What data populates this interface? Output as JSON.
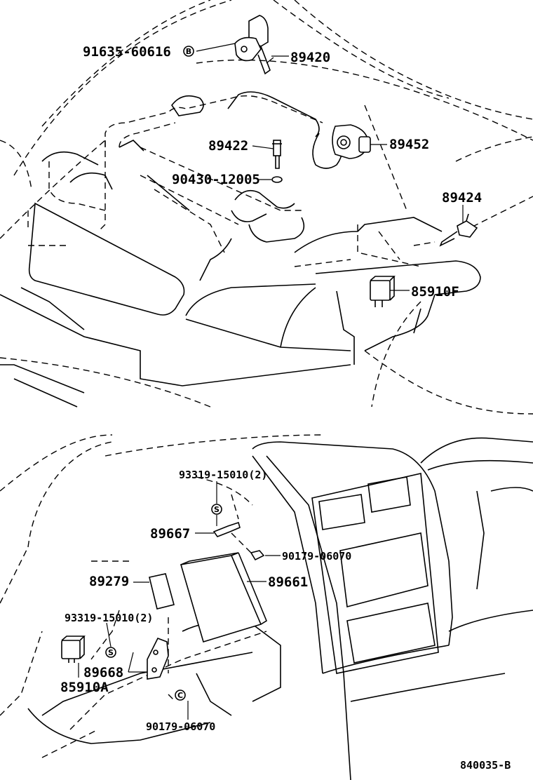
{
  "parts_top": {
    "bolt_91635": "91635-60616",
    "sensor_89420": "89420",
    "sensor_89422": "89422",
    "gasket_90430": "90430-12005",
    "sensor_89452": "89452",
    "sensor_89424": "89424",
    "relay_85910f": "85910F"
  },
  "parts_bottom": {
    "screw_93319_top": "93319-15010(2)",
    "bracket_89667": "89667",
    "nut_90179_top": "90179-06070",
    "pad_89279": "89279",
    "ecu_89661": "89661",
    "screw_93319_bottom": "93319-15010(2)",
    "bracket_89668": "89668",
    "relay_85910a": "85910A",
    "nut_90179_bottom": "90179-06070"
  },
  "symbols": {
    "bolt": "B",
    "screw": "S",
    "nut": "C"
  },
  "figure_id": "840035-B"
}
